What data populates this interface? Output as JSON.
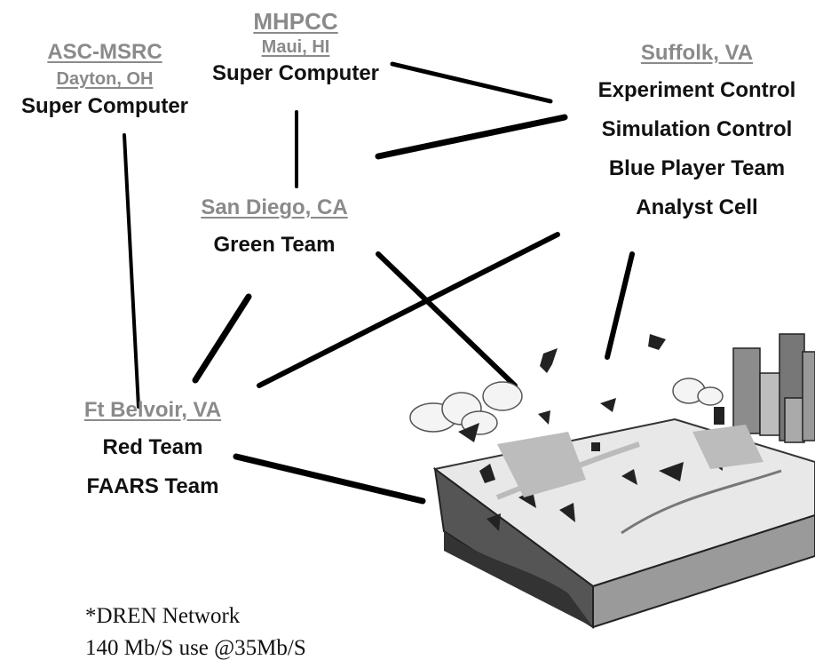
{
  "nodes": {
    "mhpcc": {
      "title": "MHPCC",
      "location": "Maui, HI",
      "role": "Super Computer"
    },
    "asc": {
      "location": "ASC-MSRC",
      "sublocation": "Dayton, OH",
      "role": "Super Computer"
    },
    "suffolk": {
      "location": "Suffolk, VA",
      "roles": [
        "Experiment Control",
        "Simulation Control",
        "Blue Player Team",
        "Analyst Cell"
      ]
    },
    "sandiego": {
      "location": "San Diego, CA",
      "role": "Green Team"
    },
    "belvoir": {
      "location": "Ft Belvoir, VA",
      "roles": [
        "Red Team",
        "FAARS Team"
      ]
    }
  },
  "footnote": {
    "line1": "*DREN Network",
    "line2": "140 Mb/S use @35Mb/S"
  },
  "colors": {
    "location_text": "#8a8a8a",
    "text": "#111111",
    "link": "#000000"
  }
}
